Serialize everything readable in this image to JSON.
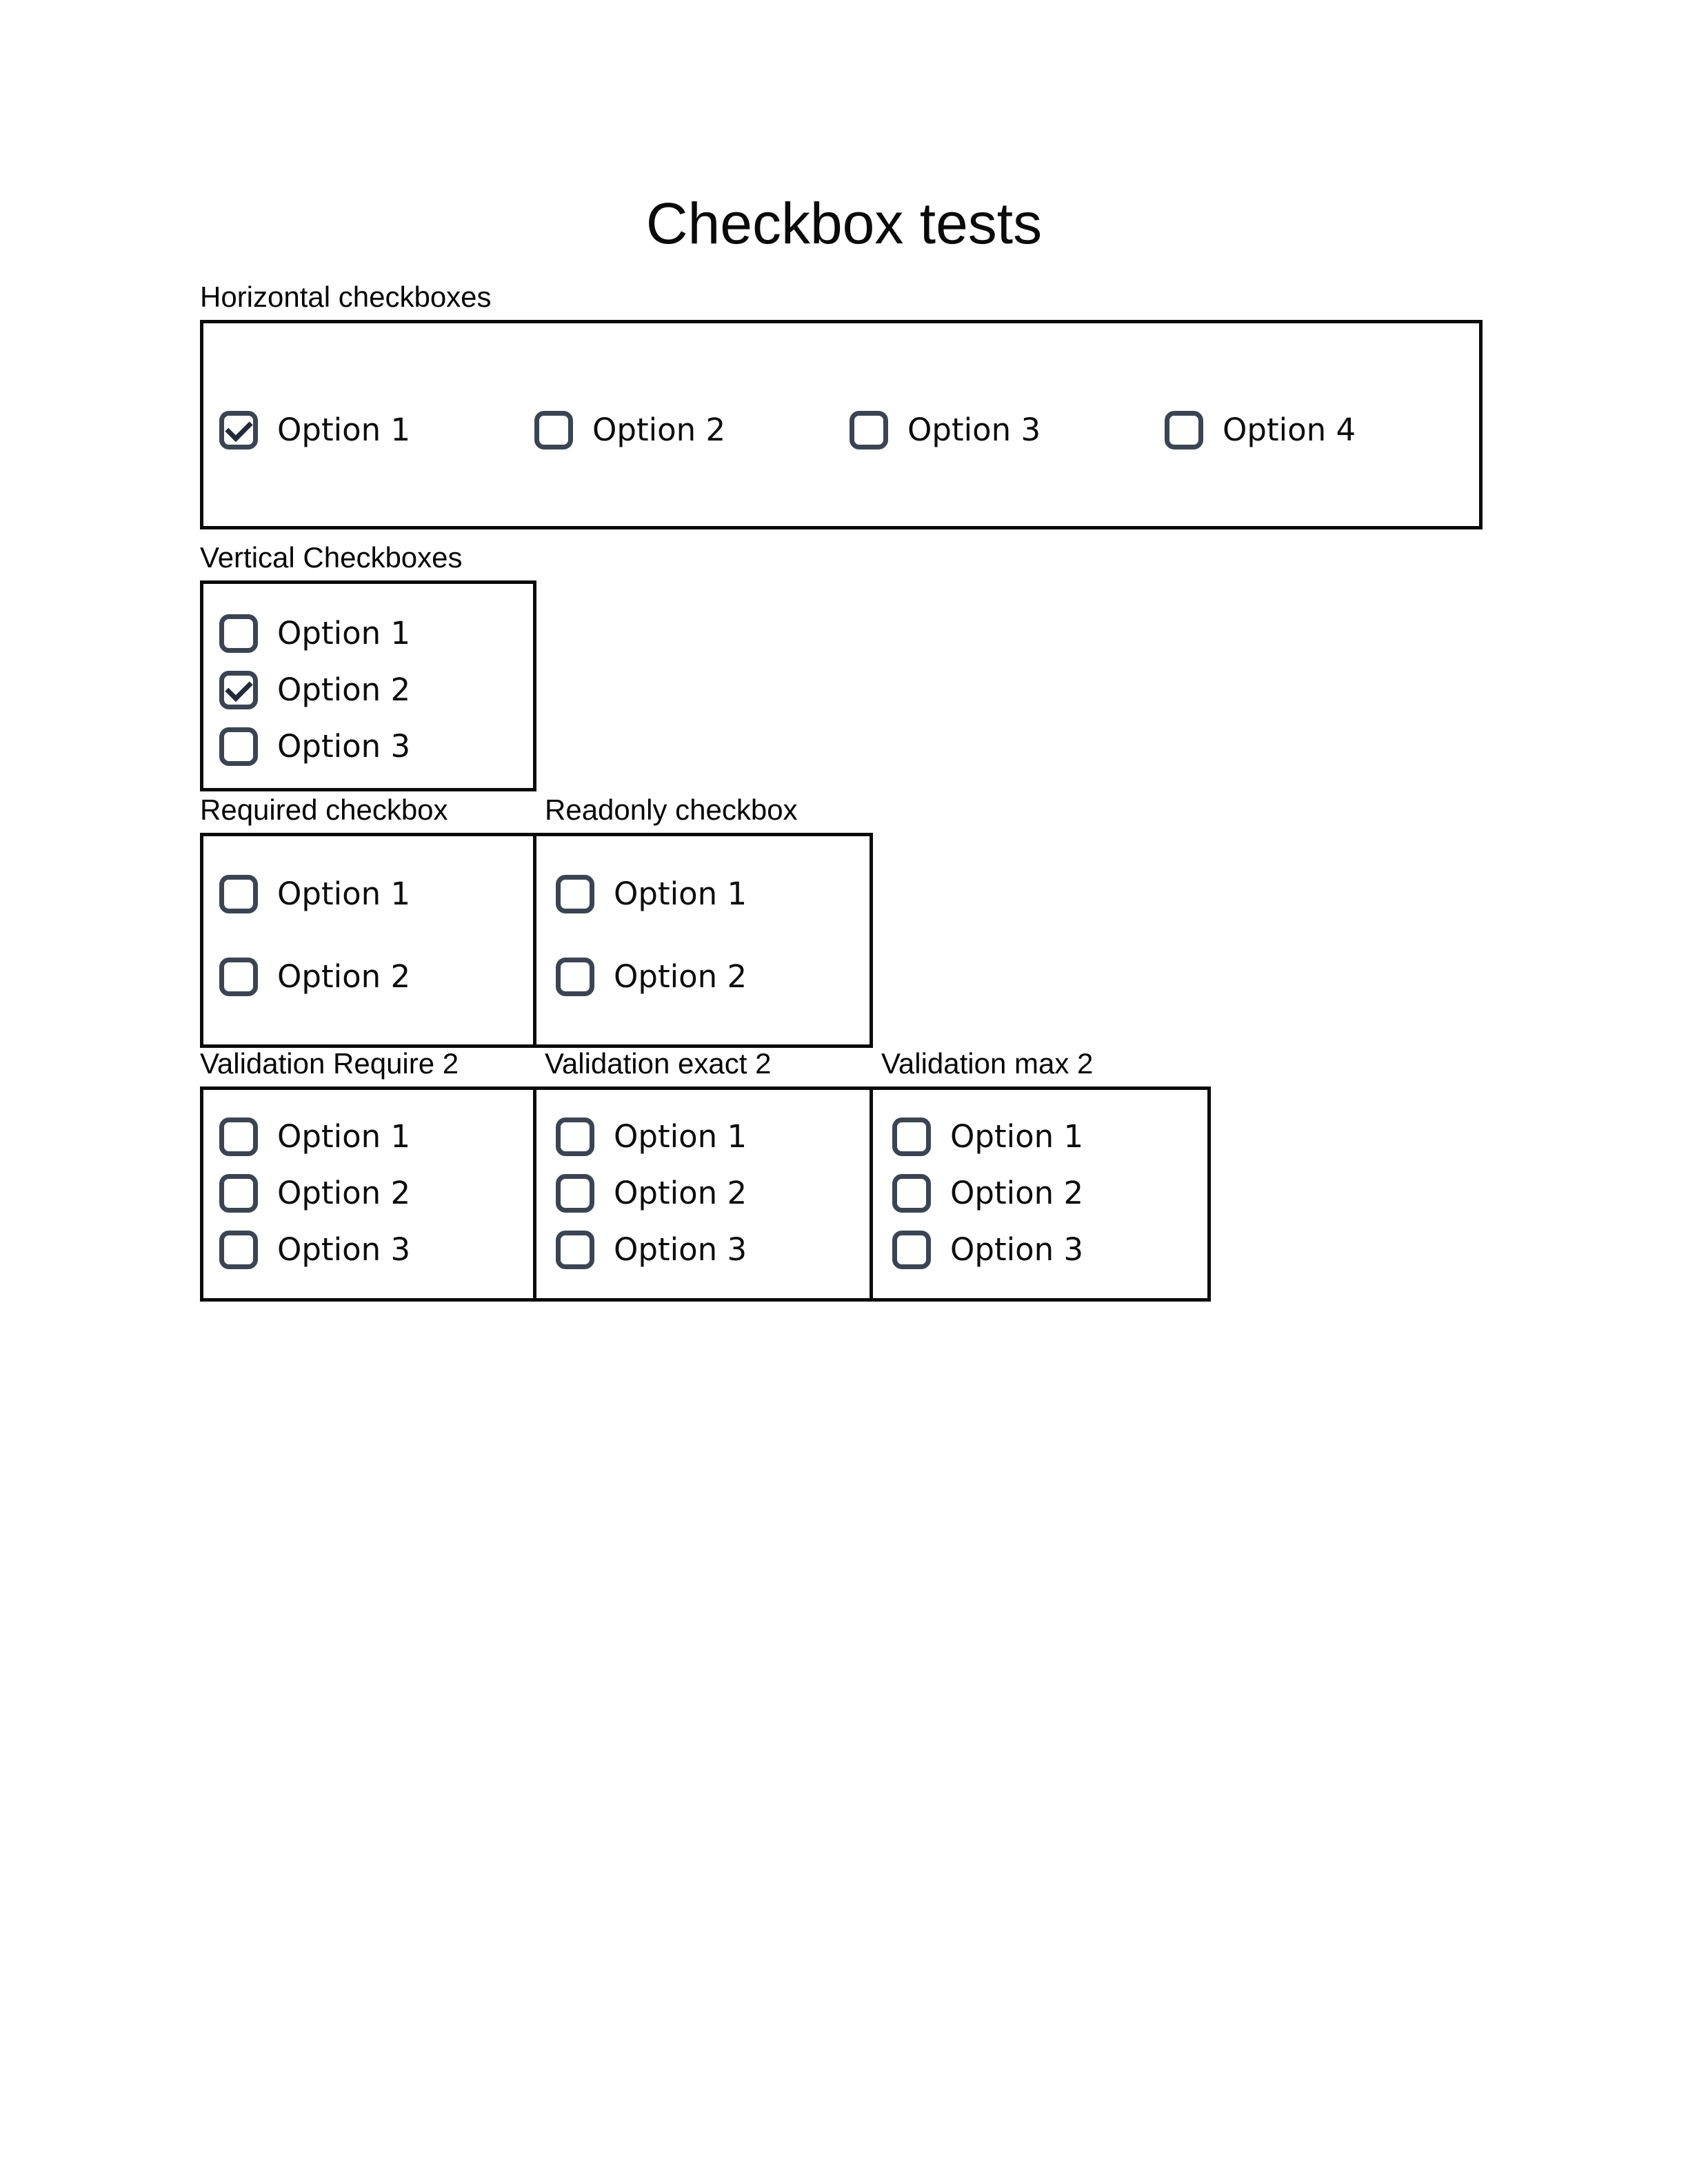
{
  "page": {
    "title": "Checkbox tests"
  },
  "colors": {
    "background": "#ffffff",
    "panel_border": "#0a0a0a",
    "checkbox_border": "#3b4453",
    "check_mark": "#222b3a",
    "text": "#0c0c0c"
  },
  "sections": {
    "horizontal": {
      "label": "Horizontal checkboxes",
      "options": [
        {
          "label": "Option 1",
          "checked": true
        },
        {
          "label": "Option 2",
          "checked": false
        },
        {
          "label": "Option 3",
          "checked": false
        },
        {
          "label": "Option 4",
          "checked": false
        }
      ]
    },
    "vertical": {
      "label": "Vertical Checkboxes",
      "options": [
        {
          "label": "Option 1",
          "checked": false
        },
        {
          "label": "Option 2",
          "checked": true
        },
        {
          "label": "Option 3",
          "checked": false
        }
      ]
    },
    "required": {
      "label": "Required checkbox",
      "options": [
        {
          "label": "Option 1",
          "checked": false
        },
        {
          "label": "Option 2",
          "checked": false
        }
      ]
    },
    "readonly": {
      "label": "Readonly checkbox",
      "options": [
        {
          "label": "Option 1",
          "checked": false
        },
        {
          "label": "Option 2",
          "checked": false
        }
      ]
    },
    "validation_require": {
      "label": "Validation Require 2",
      "options": [
        {
          "label": "Option 1",
          "checked": false
        },
        {
          "label": "Option 2",
          "checked": false
        },
        {
          "label": "Option 3",
          "checked": false
        }
      ]
    },
    "validation_exact": {
      "label": "Validation exact 2",
      "options": [
        {
          "label": "Option 1",
          "checked": false
        },
        {
          "label": "Option 2",
          "checked": false
        },
        {
          "label": "Option 3",
          "checked": false
        }
      ]
    },
    "validation_max": {
      "label": "Validation max 2",
      "options": [
        {
          "label": "Option 1",
          "checked": false
        },
        {
          "label": "Option 2",
          "checked": false
        },
        {
          "label": "Option 3",
          "checked": false
        }
      ]
    }
  }
}
